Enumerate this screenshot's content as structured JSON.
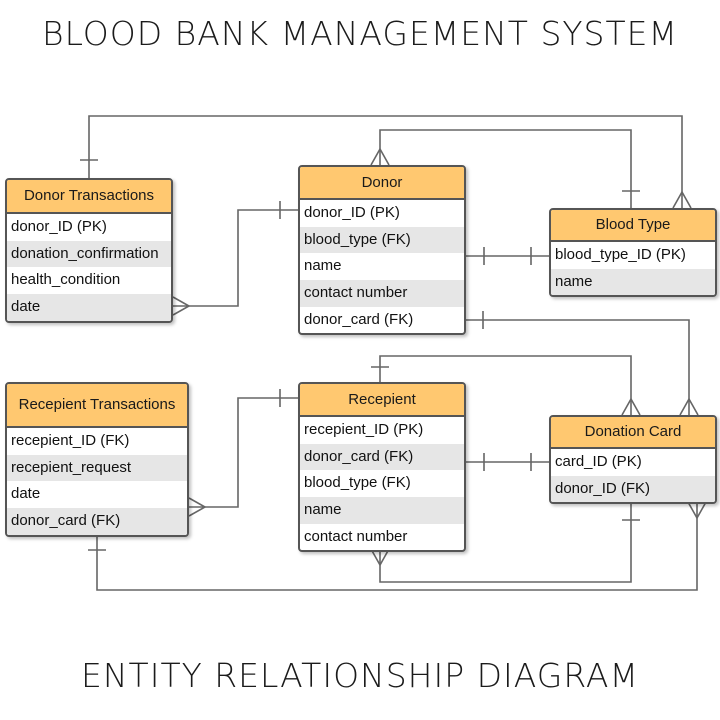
{
  "title": "BLOOD BANK MANAGEMENT SYSTEM",
  "subtitle": "ENTITY RELATIONSHIP DIAGRAM",
  "colors": {
    "header": "#ffc870",
    "border": "#555555",
    "row_alt": "#e6e6e6",
    "line": "#666666"
  },
  "entities": {
    "donor_transactions": {
      "name": "Donor Transactions",
      "fields": [
        "donor_ID (PK)",
        "donation_confirmation",
        "health_condition",
        "date"
      ]
    },
    "donor": {
      "name": "Donor",
      "fields": [
        "donor_ID (PK)",
        "blood_type (FK)",
        "name",
        "contact number",
        "donor_card (FK)"
      ]
    },
    "blood_type": {
      "name": "Blood Type",
      "fields": [
        "blood_type_ID (PK)",
        "name"
      ]
    },
    "recepient_transactions": {
      "name": "Recepient Transactions",
      "fields": [
        "recepient_ID (FK)",
        "recepient_request",
        "date",
        "donor_card (FK)"
      ]
    },
    "recepient": {
      "name": "Recepient",
      "fields": [
        "recepient_ID (PK)",
        "donor_card (FK)",
        "blood_type (FK)",
        "name",
        "contact number"
      ]
    },
    "donation_card": {
      "name": "Donation Card",
      "fields": [
        "card_ID (PK)",
        "donor_ID (FK)"
      ]
    }
  }
}
